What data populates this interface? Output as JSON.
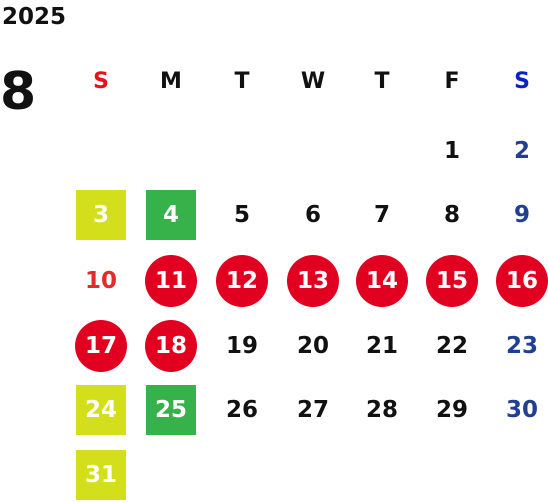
{
  "header": {
    "year": "2025",
    "month": "8"
  },
  "weekdays": [
    {
      "label": "S",
      "color": "#e8101a"
    },
    {
      "label": "M",
      "color": "#111111"
    },
    {
      "label": "T",
      "color": "#111111"
    },
    {
      "label": "W",
      "color": "#111111"
    },
    {
      "label": "T",
      "color": "#111111"
    },
    {
      "label": "F",
      "color": "#111111"
    },
    {
      "label": "S",
      "color": "#0a23c8"
    }
  ],
  "colors": {
    "sunday": "#e32b2b",
    "saturday": "#1f3f95",
    "weekday": "#111111",
    "holiday_circle": "#e1001f",
    "weekend_closed_square": "#d4df1b",
    "closed_square": "#37b24a",
    "marked_text": "#ffffff"
  },
  "days": [
    {
      "day": "1",
      "col": 5,
      "row": 0,
      "style": "plain"
    },
    {
      "day": "2",
      "col": 6,
      "row": 0,
      "style": "plain"
    },
    {
      "day": "3",
      "col": 0,
      "row": 1,
      "style": "yellow"
    },
    {
      "day": "4",
      "col": 1,
      "row": 1,
      "style": "green"
    },
    {
      "day": "5",
      "col": 2,
      "row": 1,
      "style": "plain"
    },
    {
      "day": "6",
      "col": 3,
      "row": 1,
      "style": "plain"
    },
    {
      "day": "7",
      "col": 4,
      "row": 1,
      "style": "plain"
    },
    {
      "day": "8",
      "col": 5,
      "row": 1,
      "style": "plain"
    },
    {
      "day": "9",
      "col": 6,
      "row": 1,
      "style": "plain"
    },
    {
      "day": "10",
      "col": 0,
      "row": 2,
      "style": "plain"
    },
    {
      "day": "11",
      "col": 1,
      "row": 2,
      "style": "red"
    },
    {
      "day": "12",
      "col": 2,
      "row": 2,
      "style": "red"
    },
    {
      "day": "13",
      "col": 3,
      "row": 2,
      "style": "red"
    },
    {
      "day": "14",
      "col": 4,
      "row": 2,
      "style": "red"
    },
    {
      "day": "15",
      "col": 5,
      "row": 2,
      "style": "red"
    },
    {
      "day": "16",
      "col": 6,
      "row": 2,
      "style": "red"
    },
    {
      "day": "17",
      "col": 0,
      "row": 3,
      "style": "red"
    },
    {
      "day": "18",
      "col": 1,
      "row": 3,
      "style": "red"
    },
    {
      "day": "19",
      "col": 2,
      "row": 3,
      "style": "plain"
    },
    {
      "day": "20",
      "col": 3,
      "row": 3,
      "style": "plain"
    },
    {
      "day": "21",
      "col": 4,
      "row": 3,
      "style": "plain"
    },
    {
      "day": "22",
      "col": 5,
      "row": 3,
      "style": "plain"
    },
    {
      "day": "23",
      "col": 6,
      "row": 3,
      "style": "plain"
    },
    {
      "day": "24",
      "col": 0,
      "row": 4,
      "style": "yellow"
    },
    {
      "day": "25",
      "col": 1,
      "row": 4,
      "style": "green"
    },
    {
      "day": "26",
      "col": 2,
      "row": 4,
      "style": "plain"
    },
    {
      "day": "27",
      "col": 3,
      "row": 4,
      "style": "plain"
    },
    {
      "day": "28",
      "col": 4,
      "row": 4,
      "style": "plain"
    },
    {
      "day": "29",
      "col": 5,
      "row": 4,
      "style": "plain"
    },
    {
      "day": "30",
      "col": 6,
      "row": 4,
      "style": "plain"
    },
    {
      "day": "31",
      "col": 0,
      "row": 5,
      "style": "yellow"
    }
  ]
}
